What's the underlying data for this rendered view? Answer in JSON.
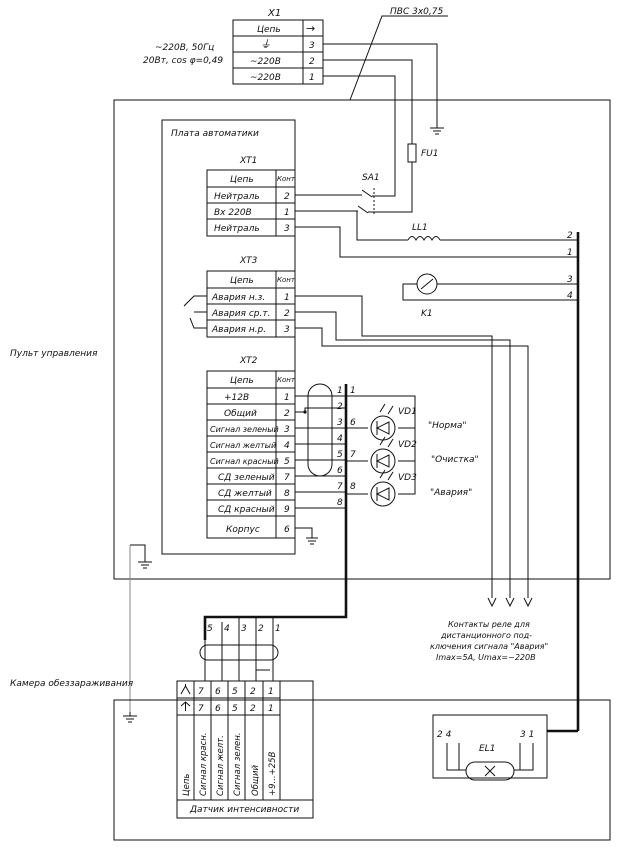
{
  "x1": {
    "title": "X1",
    "h_circuit": "Цепь",
    "arrow_icon": "→",
    "rows": [
      {
        "label": "⏚",
        "num": "3"
      },
      {
        "label": "~220В",
        "num": "2"
      },
      {
        "label": "~220В",
        "num": "1"
      }
    ]
  },
  "supply": {
    "line1": "~220В, 50Гц",
    "line2": "20Вт, cos φ=0,49"
  },
  "cable": "ПВС 3х0,75",
  "fuse": "FU1",
  "switch": "SA1",
  "panel_label": "Пульт управления",
  "board_label": "Плата автоматики",
  "xt1": {
    "title": "XT1",
    "h_circuit": "Цепь",
    "h_contact": "Конт",
    "rows": [
      {
        "label": "Нейтраль",
        "num": "2"
      },
      {
        "label": "Вх 220В",
        "num": "1"
      },
      {
        "label": "Нейтраль",
        "num": "3"
      }
    ]
  },
  "xt3": {
    "title": "XT3",
    "h_circuit": "Цепь",
    "h_contact": "Конт",
    "rows": [
      {
        "label": "Авария н.з.",
        "num": "1"
      },
      {
        "label": "Авария ср.т.",
        "num": "2"
      },
      {
        "label": "Авария н.р.",
        "num": "3"
      }
    ]
  },
  "xt2": {
    "title": "XT2",
    "h_circuit": "Цепь",
    "h_contact": "Конт",
    "rows": [
      {
        "label": "+12В",
        "num": "1"
      },
      {
        "label": "Общий",
        "num": "2"
      },
      {
        "label": "Сигнал зеленый",
        "num": "3"
      },
      {
        "label": "Сигнал желтый",
        "num": "4"
      },
      {
        "label": "Сигнал красный",
        "num": "5"
      },
      {
        "label": "СД зеленый",
        "num": "7"
      },
      {
        "label": "СД желтый",
        "num": "8"
      },
      {
        "label": "СД красный",
        "num": "9"
      },
      {
        "label": "Корпус",
        "num": "6"
      }
    ]
  },
  "choke": "LL1",
  "relay": "K1",
  "bus_right": [
    "2",
    "1",
    "3",
    "4"
  ],
  "wire_nums_left": [
    "1",
    "2",
    "3",
    "4",
    "5",
    "6",
    "7",
    "8"
  ],
  "wire_nums_right": [
    "1",
    "6",
    "7",
    "8"
  ],
  "leds": [
    {
      "name": "VD1",
      "caption": "\"Норма\""
    },
    {
      "name": "VD2",
      "caption": "\"Очистка\""
    },
    {
      "name": "VD3",
      "caption": "\"Авария\""
    }
  ],
  "relay_note": [
    "Контакты реле для",
    "дистанционного под-",
    "ключения сигнала \"Авария\"",
    "Imax=5А, Umax=~220В"
  ],
  "bundle_nums": [
    "5",
    "4",
    "3",
    "2",
    "1"
  ],
  "chamber_label": "Камера обеззараживания",
  "sensor": {
    "plug_nums": [
      "7",
      "6",
      "5",
      "2",
      "1"
    ],
    "socket_nums": [
      "7",
      "6",
      "5",
      "2",
      "1"
    ],
    "labels": [
      "Цепь",
      "Сигнал красн.",
      "Сигнал желт.",
      "Сигнал зелен.",
      "Общий",
      "+9...+25В"
    ],
    "title": "Датчик интенсивности"
  },
  "lamp": {
    "name": "EL1",
    "left_pins": "2   4",
    "right_pins": "3   1"
  }
}
